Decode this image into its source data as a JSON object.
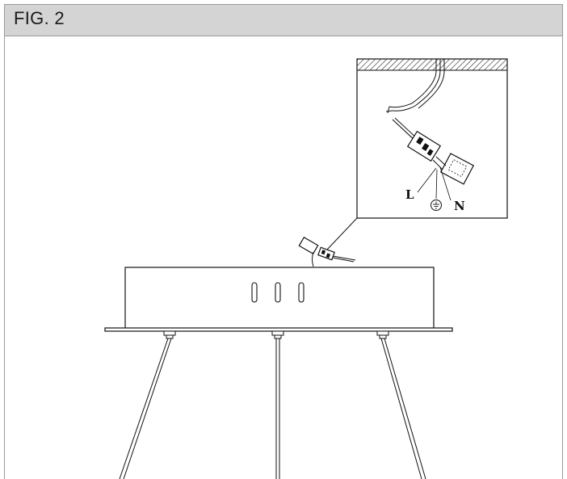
{
  "figure": {
    "label": "FIG. 2"
  },
  "detail": {
    "live_label": "L",
    "neutral_label": "N",
    "ground_symbol": "ground-icon"
  }
}
